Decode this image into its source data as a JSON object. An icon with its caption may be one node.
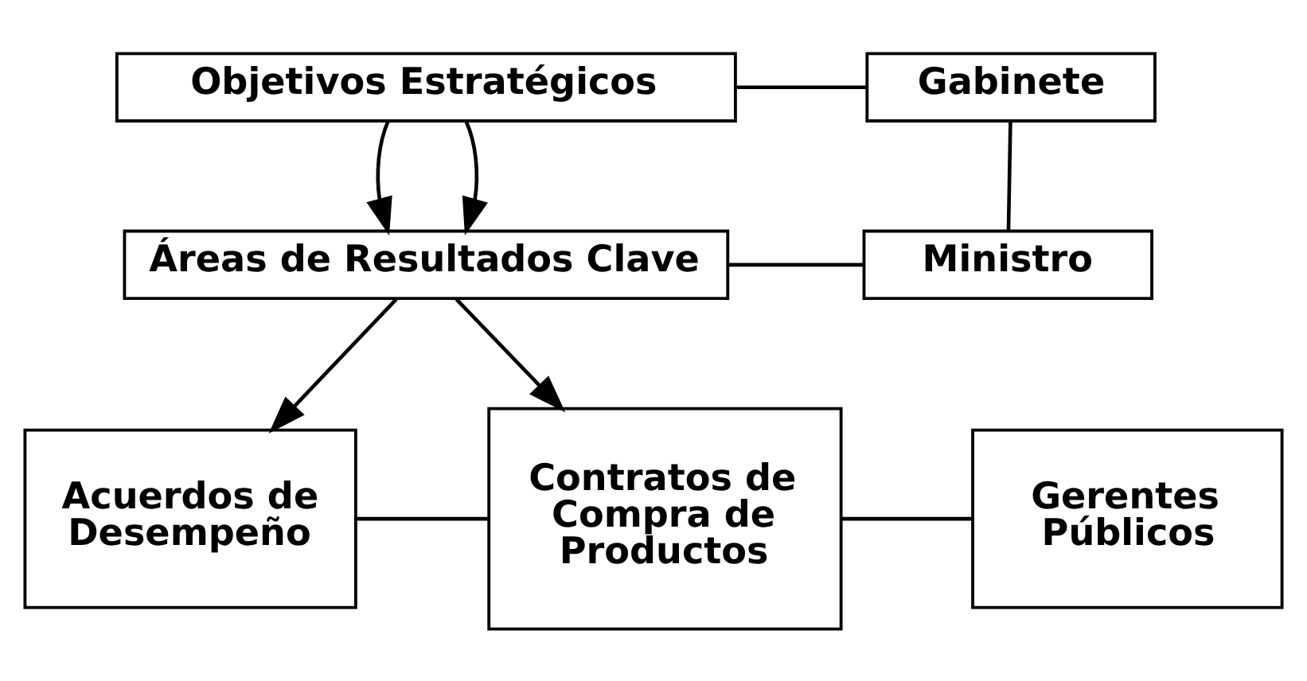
{
  "diagram": {
    "nodes": [
      {
        "text": [
          "Objetivos Estratégicos"
        ]
      },
      {
        "text": [
          "Gabinete"
        ]
      },
      {
        "text": [
          "Áreas de Resultados Clave"
        ]
      },
      {
        "text": [
          "Ministro"
        ]
      },
      {
        "text": [
          "Acuerdos de Desempeño"
        ]
      },
      {
        "text": [
          "Contratos de Compra de Productos"
        ]
      },
      {
        "text": [
          "Gerentes Públicos"
        ]
      }
    ],
    "edges": [
      {
        "from": 0,
        "to": 2,
        "arrow": "to"
      },
      {
        "from": 0,
        "to": 2,
        "arrow": "to"
      },
      {
        "from": 0,
        "to": 1,
        "arrow": "none"
      },
      {
        "from": 1,
        "to": 3,
        "arrow": "none"
      },
      {
        "from": 2,
        "to": 3,
        "arrow": "none"
      },
      {
        "from": 2,
        "to": 4,
        "arrow": "to"
      },
      {
        "from": 2,
        "to": 5,
        "arrow": "to"
      },
      {
        "from": 4,
        "to": 5,
        "arrow": "none"
      },
      {
        "from": 5,
        "to": 6,
        "arrow": "none"
      }
    ]
  }
}
